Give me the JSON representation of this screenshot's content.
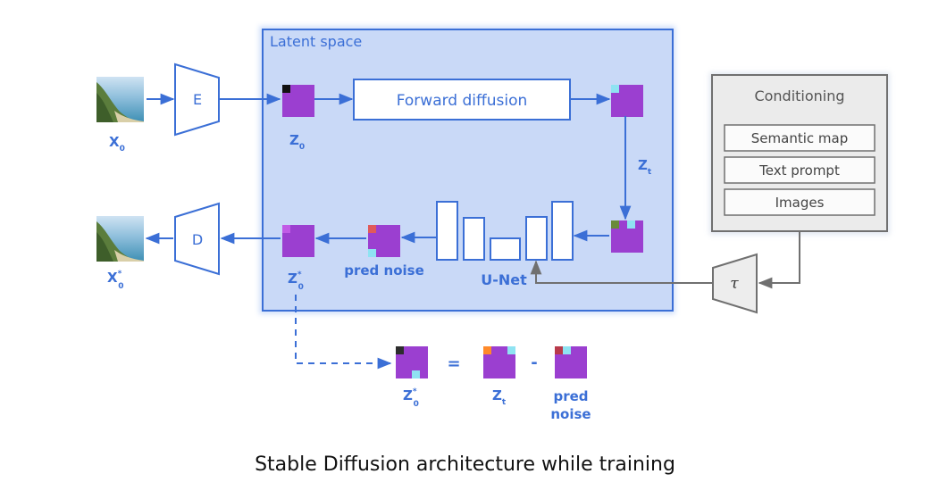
{
  "latent_space": {
    "title": "Latent space"
  },
  "encoder": {
    "label": "E"
  },
  "decoder": {
    "label": "D"
  },
  "tau": {
    "label": "τ"
  },
  "forward_diffusion": {
    "label": "Forward diffusion"
  },
  "unet": {
    "label": "U-Net"
  },
  "conditioning": {
    "title": "Conditioning",
    "items": [
      "Semantic map",
      "Text prompt",
      "Images"
    ]
  },
  "variables": {
    "x0": {
      "base": "X",
      "sub": "0",
      "sup": ""
    },
    "x0_hat": {
      "base": "X",
      "sub": "0",
      "sup": "*"
    },
    "z0": {
      "base": "Z",
      "sub": "0",
      "sup": ""
    },
    "zt": {
      "base": "Z",
      "sub": "t",
      "sup": ""
    },
    "z0_hat": {
      "base": "Z",
      "sub": "0",
      "sup": "*"
    }
  },
  "pred_noise": "pred noise",
  "equation": {
    "lhs": {
      "base": "Z",
      "sub": "0",
      "sup": "*"
    },
    "equals": "=",
    "t1": {
      "base": "Z",
      "sub": "t",
      "sup": ""
    },
    "minus": "-",
    "t2_line1": "pred",
    "t2_line2": "noise"
  },
  "caption": "Stable Diffusion architecture while training",
  "colors": {
    "blue": "#3b6fd6",
    "latent_fill": "#c9d9f7",
    "gray": "#707070",
    "cond_fill": "#ebebeb"
  }
}
